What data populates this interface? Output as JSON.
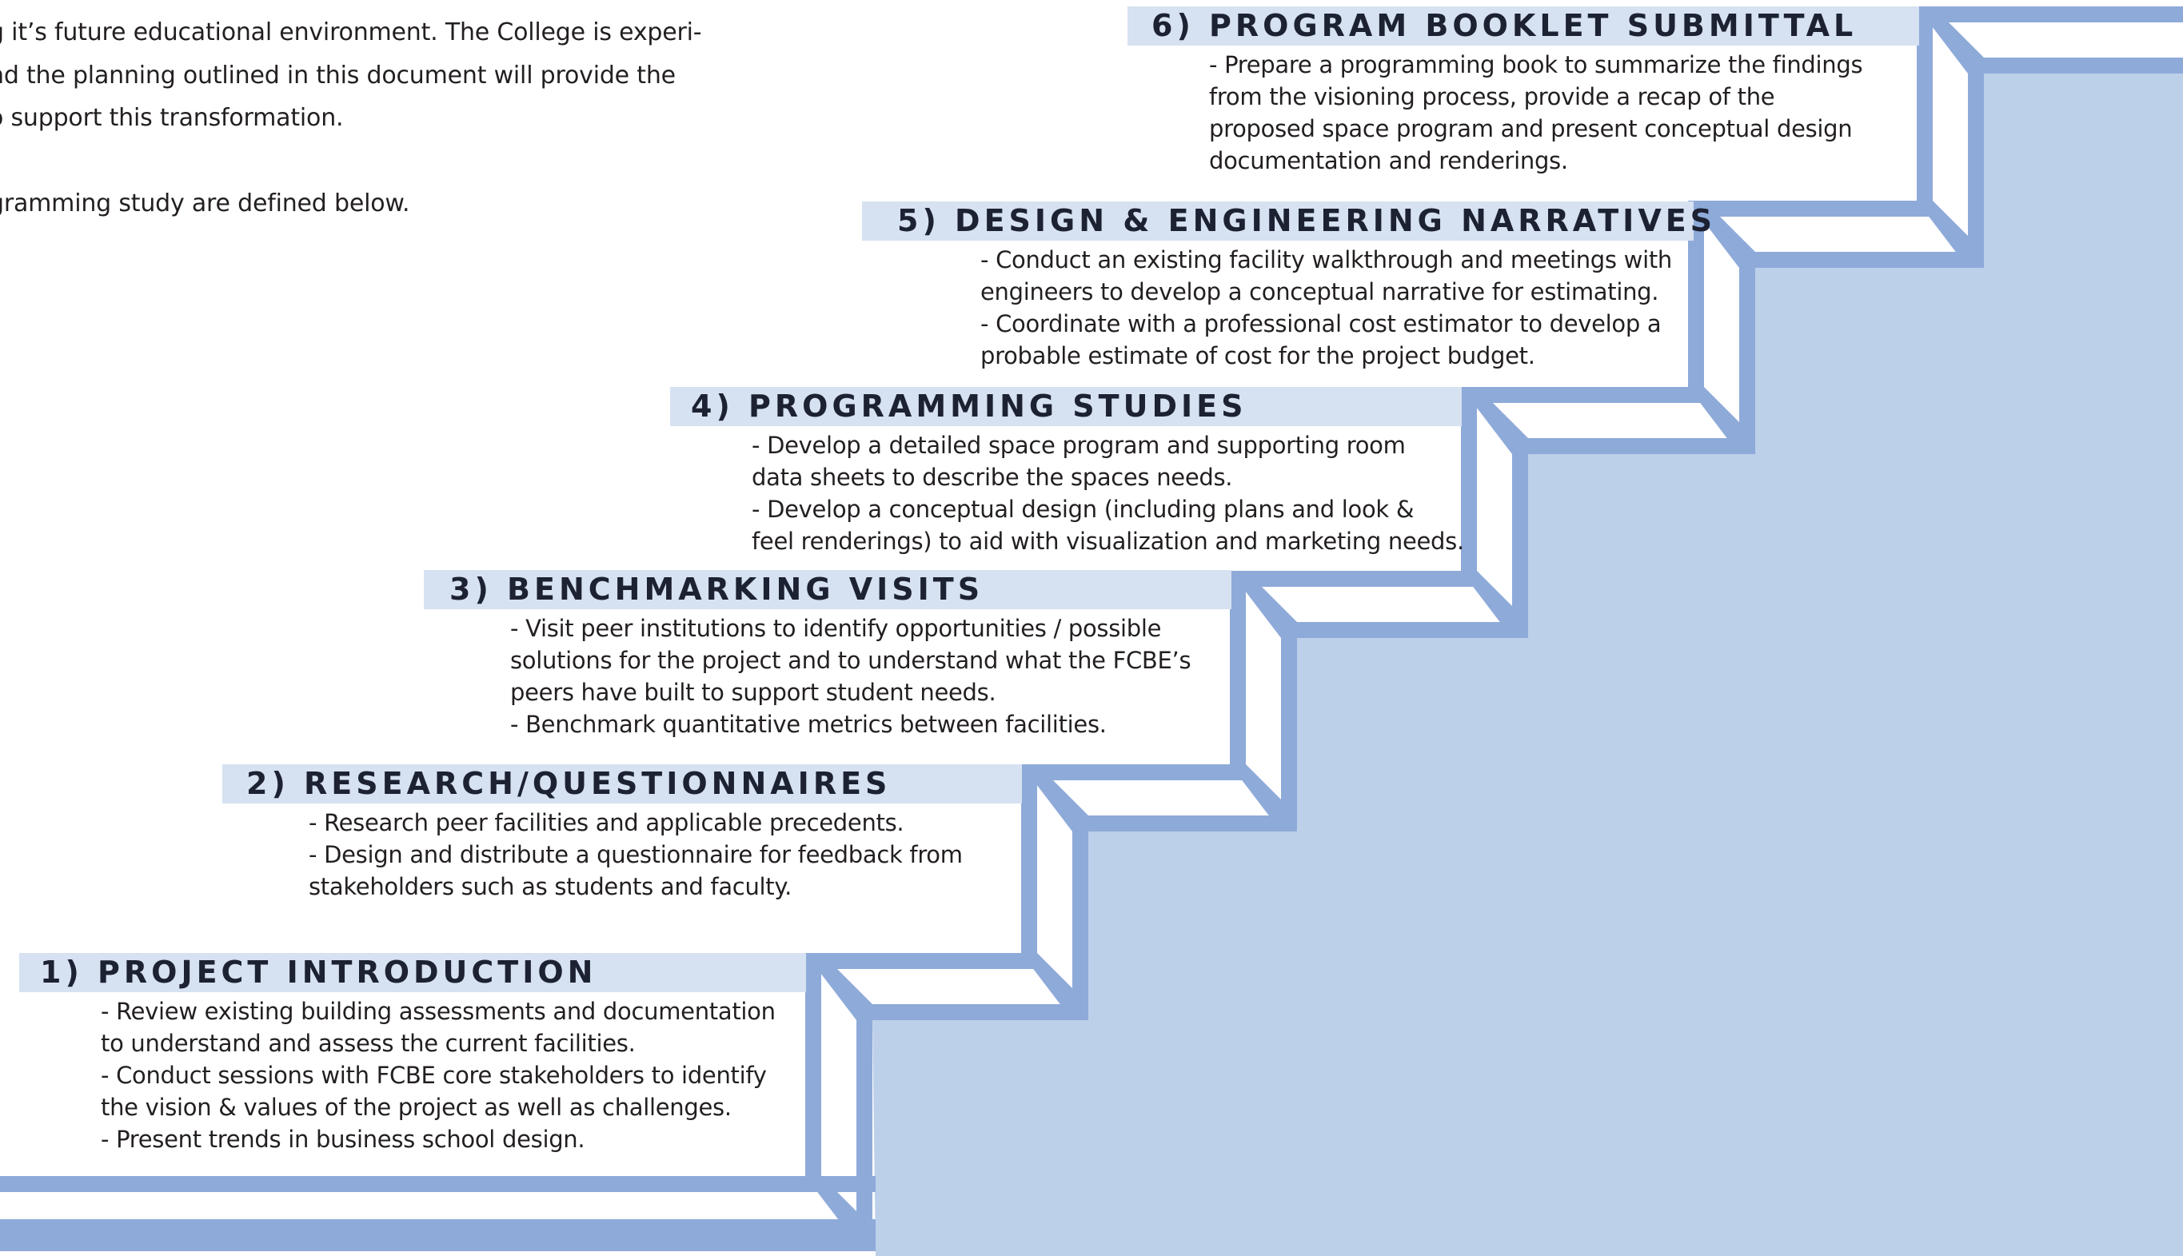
{
  "intro": {
    "lines": [
      "g it’s future educational environment. The College is experi-",
      "nd the planning outlined in this document will provide the",
      "o support this transformation.",
      "",
      "gramming study are defined below."
    ]
  },
  "colors": {
    "stair_outline": "#8eaad9",
    "stair_fill": "#bdd0ea",
    "title_band": "#d6e1f1",
    "title_text": "#1c2232",
    "body_text": "#231f20"
  },
  "steps": [
    {
      "title": "1) PROJECT INTRODUCTION",
      "lines": [
        "- Review existing building assessments and documentation",
        "to understand and assess the current facilities.",
        "- Conduct sessions with FCBE core stakeholders to identify",
        "the vision & values of the project as well as challenges.",
        "- Present trends in business school design."
      ]
    },
    {
      "title": "2) RESEARCH/QUESTIONNAIRES",
      "lines": [
        "- Research peer facilities and applicable precedents.",
        "- Design and distribute a questionnaire for feedback from",
        "stakeholders such as students and faculty."
      ]
    },
    {
      "title": "3) BENCHMARKING VISITS",
      "lines": [
        "- Visit peer institutions to identify opportunities / possible",
        "solutions for the project and to understand what the FCBE’s",
        "peers have built to support student needs.",
        "- Benchmark quantitative metrics between facilities."
      ]
    },
    {
      "title": "4) PROGRAMMING STUDIES",
      "lines": [
        "- Develop a detailed space program and supporting room",
        "data sheets to describe the spaces needs.",
        "- Develop a conceptual design (including plans and look &",
        "feel renderings) to aid with visualization and marketing needs."
      ]
    },
    {
      "title": "5) DESIGN & ENGINEERING NARRATIVES",
      "lines": [
        "- Conduct an existing facility walkthrough and meetings with",
        "engineers to develop a conceptual narrative for estimating.",
        "- Coordinate with a professional cost estimator to develop a",
        "probable estimate of cost for the project budget."
      ]
    },
    {
      "title": "6) PROGRAM BOOKLET SUBMITTAL",
      "lines": [
        "- Prepare a programming book to summarize the findings",
        "from the visioning process, provide a recap of the",
        "proposed space program and present conceptual design",
        "documentation and renderings."
      ]
    }
  ]
}
